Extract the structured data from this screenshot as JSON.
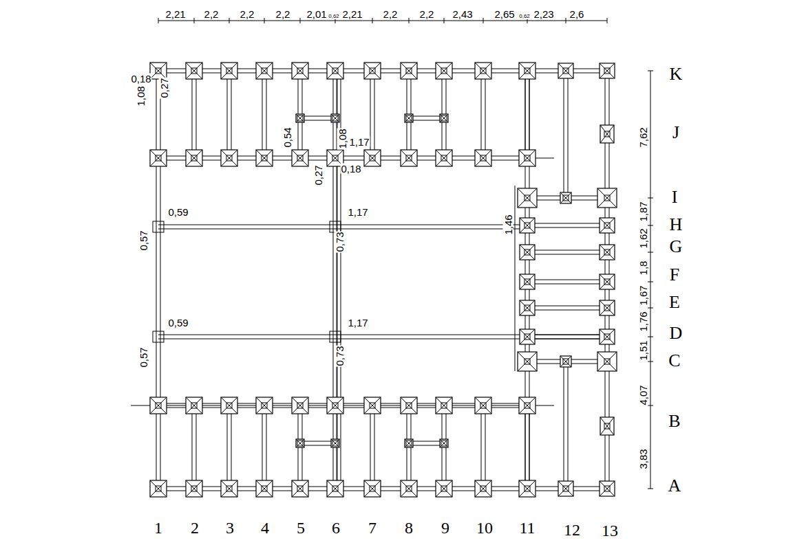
{
  "diagram": {
    "labels": [
      "2,21",
      "2,2",
      "2,2",
      "2,2",
      "2,01",
      "0,62",
      "2,21",
      "2,2",
      "2,2",
      "2,43",
      "2,65",
      "0,62",
      "2,23",
      "2,6",
      "1",
      "2",
      "3",
      "4",
      "5",
      "6",
      "7",
      "8",
      "9",
      "10",
      "11",
      "12",
      "13",
      "K",
      "J",
      "I",
      "H",
      "G",
      "F",
      "E",
      "D",
      "C",
      "B",
      "A",
      "7,62",
      "1,87",
      "1,62",
      "1,8",
      "1,67",
      "1,76",
      "1,51",
      "4,07",
      "3,83",
      "0,18",
      "1,08",
      "0,27",
      "0,54",
      "1,08",
      "1,17",
      "0,27",
      "0,18",
      "0,59",
      "1,17",
      "0,57",
      "0,73",
      "1,46",
      "0,59",
      "1,17",
      "0,57",
      "0,73"
    ]
  }
}
